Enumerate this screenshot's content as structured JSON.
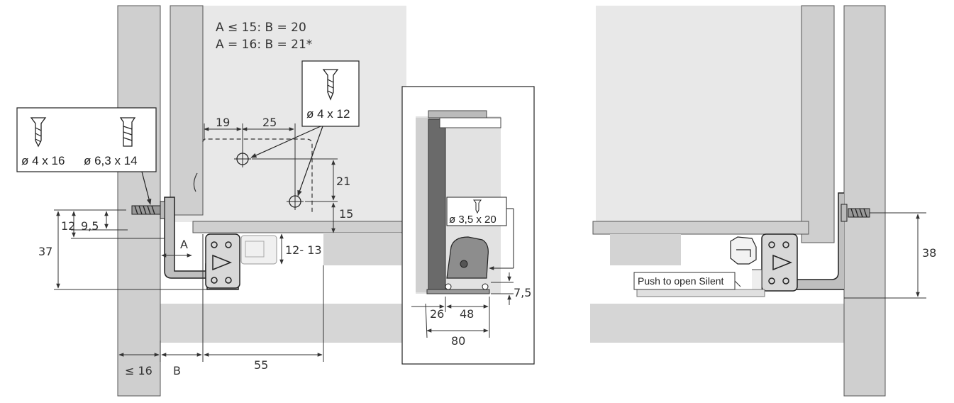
{
  "notes": {
    "line1": "A ≤ 15: B = 20",
    "line2": "A = 16: B = 21*"
  },
  "screws": {
    "left_a": "ø 4 x 16",
    "left_b": "ø 6,3 x 14",
    "top": "ø 4 x 12",
    "detail": "ø 3,5 x 20"
  },
  "dimensions": {
    "d19": "19",
    "d25": "25",
    "d21": "21",
    "d15": "15",
    "d12": "12",
    "d9_5": "9,5",
    "d37": "37",
    "dA": "A",
    "d12_13": "12- 13",
    "d16": "≤ 16",
    "dB": "B",
    "d55": "55",
    "d26": "26",
    "d48": "48",
    "d80": "80",
    "d7_5": "7,5",
    "d38": "38"
  },
  "labels": {
    "push": "Push to open Silent"
  },
  "colors": {
    "panel": "#cfcfcf",
    "panel_light": "#e8e8e8",
    "line": "#222222",
    "dim": "#333333"
  }
}
